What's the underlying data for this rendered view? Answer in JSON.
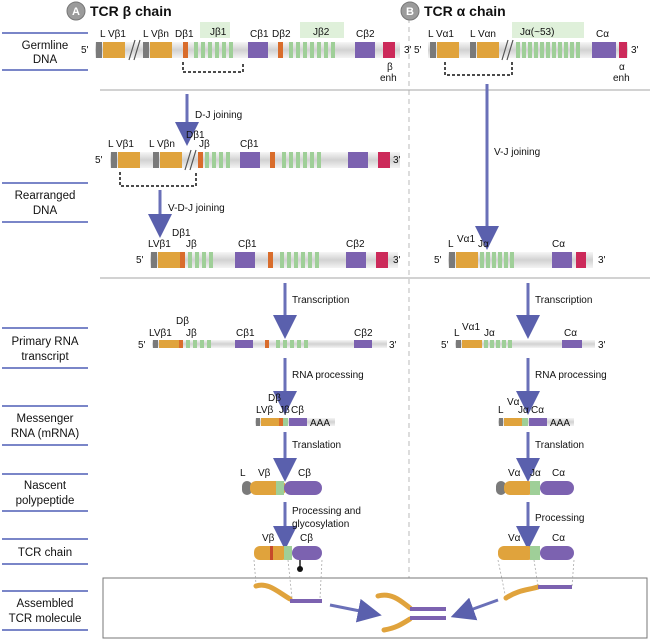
{
  "panels": {
    "a": {
      "badge": "A",
      "title": "TCR β chain"
    },
    "b": {
      "badge": "B",
      "title": "TCR α chain"
    }
  },
  "side_labels": {
    "germline": [
      "Germline",
      "DNA"
    ],
    "rearranged": [
      "Rearranged",
      "DNA"
    ],
    "primary": [
      "Primary RNA",
      "transcript"
    ],
    "mrna": [
      "Messenger",
      "RNA (mRNA)"
    ],
    "nascent": [
      "Nascent",
      "polypeptide"
    ],
    "chain": [
      "TCR chain"
    ],
    "assembled": [
      "Assembled",
      "TCR molecule"
    ]
  },
  "beta": {
    "germline_labels": {
      "l_vb1": "L Vβ1",
      "l_vbn": "L Vβn",
      "db1": "Dβ1",
      "jb1": "Jβ1",
      "cb1": "Cβ1",
      "db2": "Dβ2",
      "jb2": "Jβ2",
      "cb2": "Cβ2",
      "enh1": "β",
      "enh2": "enh"
    },
    "dj_labels": {
      "l_vb1": "L Vβ1",
      "l_vbn": "L Vβn",
      "db1": "Dβ1",
      "jb": "Jβ",
      "cb1": "Cβ1"
    },
    "vdj_labels": {
      "l_vb1": "LVβ1",
      "db1": "Dβ1",
      "jb": "Jβ",
      "cb1": "Cβ1",
      "cb2": "Cβ2"
    },
    "primary_labels": {
      "l_vb1": "LVβ1",
      "db": "Dβ",
      "jb": "Jβ",
      "cb1": "Cβ1",
      "cb2": "Cβ2"
    },
    "mrna_labels": {
      "l_vb": "LVβ",
      "db": "Dβ",
      "jb": "Jβ",
      "cb": "Cβ",
      "tail": "AAA"
    },
    "nascent_labels": {
      "l": "L",
      "vb": "Vβ",
      "cb": "Cβ"
    },
    "chain_labels": {
      "vb": "Vβ",
      "cb": "Cβ"
    },
    "steps": {
      "dj": "D-J joining",
      "vdj": "V-D-J joining",
      "transcription": "Transcription",
      "processing": "RNA processing",
      "translation": "Translation",
      "glyco1": "Processing and",
      "glyco2": "glycosylation"
    }
  },
  "alpha": {
    "germline_labels": {
      "l_va1": "L Vα1",
      "l_van": "L Vαn",
      "ja": "Jα(~53)",
      "ca": "Cα",
      "enh1": "α",
      "enh2": "enh"
    },
    "vj_labels": {
      "l": "L",
      "va1": "Vα1",
      "ja": "Jα",
      "ca": "Cα"
    },
    "primary_labels": {
      "l": "L",
      "va1": "Vα1",
      "ja": "Jα",
      "ca": "Cα"
    },
    "mrna_labels": {
      "l": "L",
      "va": "Vα",
      "ja": "Jα",
      "ca": "Cα",
      "tail": "AAA"
    },
    "nascent_labels": {
      "va": "Vα",
      "ja": "Jα",
      "ca": "Cα"
    },
    "chain_labels": {
      "va": "Vα",
      "ca": "Cα"
    },
    "steps": {
      "vj": "V-J joining",
      "transcription": "Transcription",
      "processing": "RNA processing",
      "translation": "Translation",
      "processing2": "Processing"
    }
  },
  "strand_ends": {
    "five": "5'",
    "three": "3'"
  },
  "colors": {
    "v": "#e0a33c",
    "l": "#7a7a7a",
    "d": "#d96d2c",
    "j": "#9fcf98",
    "c": "#7c62b0",
    "enh": "#cc2a5a",
    "arrow": "#6a70b8",
    "spine": "#e7e7e7",
    "header_band": "#dff0da"
  }
}
